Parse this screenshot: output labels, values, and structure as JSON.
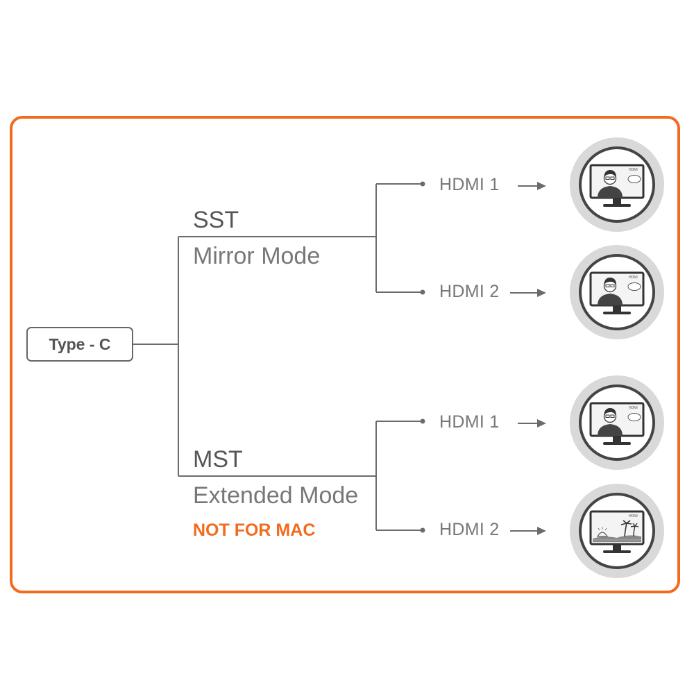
{
  "source": {
    "label": "Type - C"
  },
  "modes": [
    {
      "name": "SST",
      "description": "Mirror Mode",
      "outputs": [
        {
          "port": "HDMI 1",
          "screen": "presenter-video-icon",
          "badge": "HDMI"
        },
        {
          "port": "HDMI 2",
          "screen": "presenter-video-icon",
          "badge": "HDMI"
        }
      ]
    },
    {
      "name": "MST",
      "description": "Extended Mode",
      "warning": "NOT FOR MAC",
      "outputs": [
        {
          "port": "HDMI 1",
          "screen": "presenter-video-icon",
          "badge": "HDMI"
        },
        {
          "port": "HDMI 2",
          "screen": "beach-landscape-icon",
          "badge": "HDMI"
        }
      ]
    }
  ],
  "colors": {
    "frame": "#f26b1d",
    "warning": "#f26b1d",
    "line": "#6b6b6b",
    "monitor_circle": "#d9d9d9"
  }
}
